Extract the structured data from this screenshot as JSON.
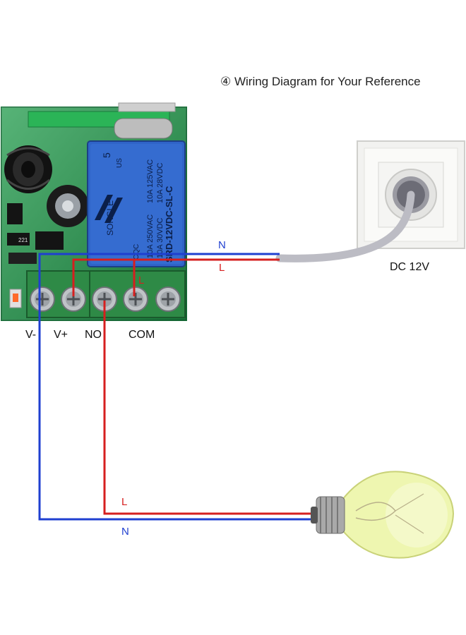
{
  "title": "④ Wiring Diagram for Your Reference",
  "terminals": [
    "V-",
    "V+",
    "NO",
    "COM"
  ],
  "power_label": "DC 12V",
  "wire_labels": {
    "top_neutral": "N",
    "top_live": "L",
    "com_live": "L",
    "bottom_live": "L",
    "bottom_neutral": "N"
  },
  "relay_text": {
    "brand": "SONGLE",
    "pin_no": "5",
    "cert": "US",
    "model": "SRD-12VDC-SL-C",
    "rating_a": "10A 125VAC",
    "rating_b": "10A 28VDC",
    "rating_c": "10A 250VAC",
    "rating_d": "10A 30VDC",
    "cqc": "CQC"
  },
  "board_text": {
    "resistor": "221"
  },
  "colors": {
    "neutral_wire": "#1f3fd0",
    "live_wire": "#d61f1f",
    "pcb": "#1f9a4a",
    "relay": "#2f64c8",
    "terminal_block": "#2e8a46"
  }
}
